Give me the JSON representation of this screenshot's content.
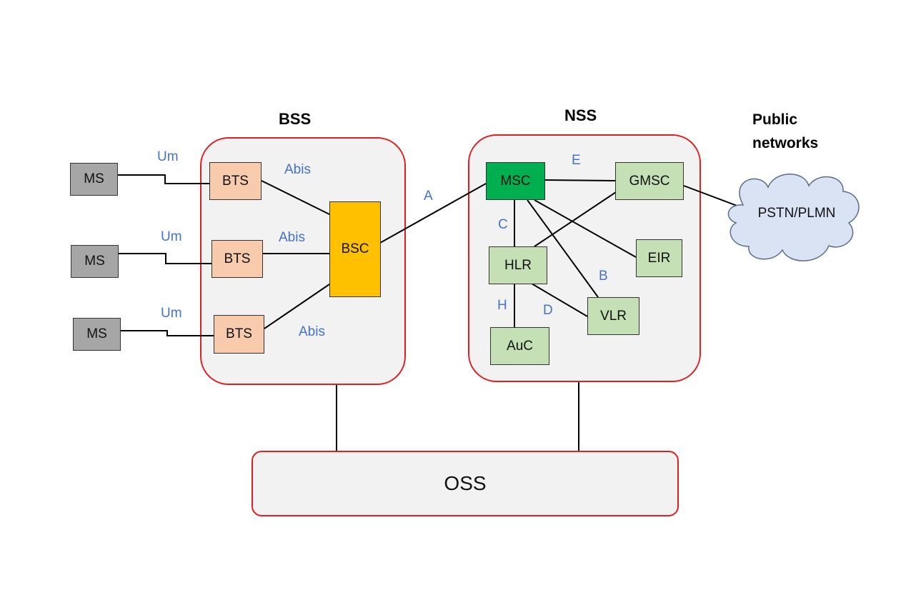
{
  "regions": {
    "bss_title": "BSS",
    "nss_title": "NSS",
    "oss_label": "OSS",
    "public_networks_lines": [
      "Public",
      "networks"
    ]
  },
  "nodes": {
    "ms": [
      "MS",
      "MS",
      "MS"
    ],
    "bts": [
      "BTS",
      "BTS",
      "BTS"
    ],
    "bsc": "BSC",
    "msc": "MSC",
    "gmsc": "GMSC",
    "hlr": "HLR",
    "eir": "EIR",
    "vlr": "VLR",
    "auc": "AuC",
    "pstn": "PSTN/PLMN"
  },
  "interfaces": {
    "um": [
      "Um",
      "Um",
      "Um"
    ],
    "abis": [
      "Abis",
      "Abis",
      "Abis"
    ],
    "a": "A",
    "b": "B",
    "c": "C",
    "d": "D",
    "e": "E",
    "h": "H"
  },
  "colors": {
    "region_border": "#e02020",
    "region_fill": "#f2f2f2",
    "interface_label": "#4472c4",
    "ms": "#a6a6a6",
    "bts": "#f8cbad",
    "bsc": "#ffc000",
    "msc": "#00b050",
    "nss_node": "#c5e0b4",
    "cloud": "#dae3f3"
  }
}
